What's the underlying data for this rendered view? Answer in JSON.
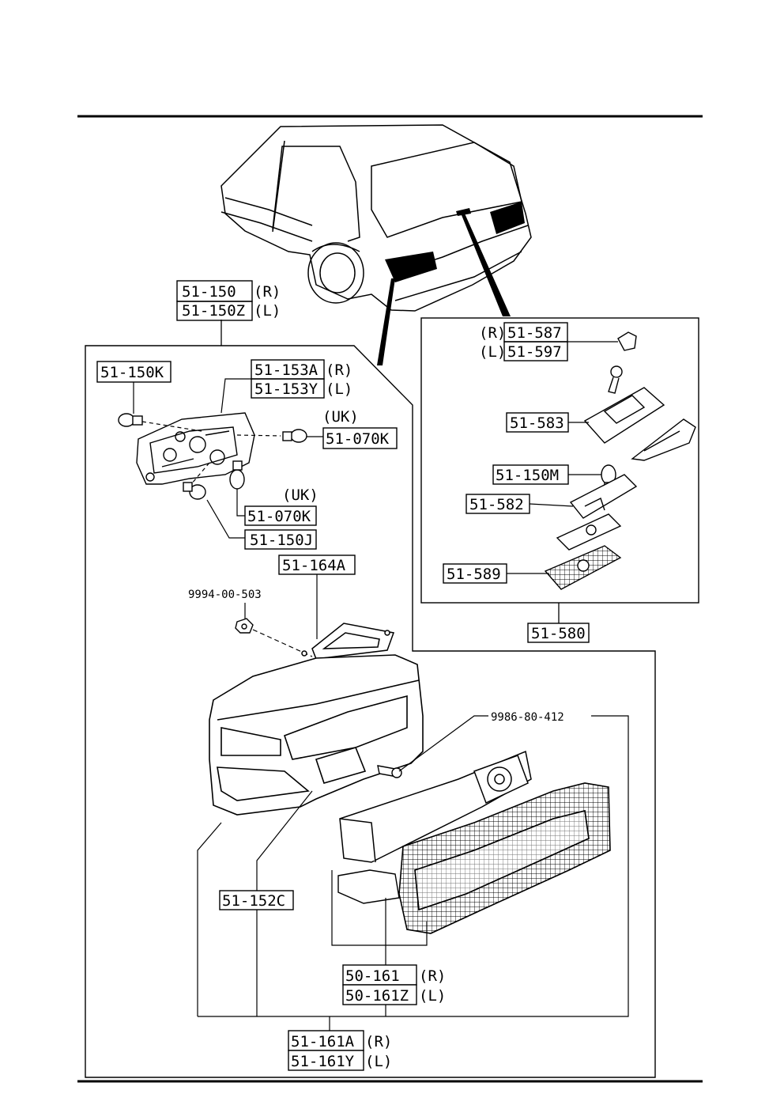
{
  "labels": {
    "tail_r": "51-150",
    "tail_r_side": "(R)",
    "tail_l": "51-150Z",
    "tail_l_side": "(L)",
    "bulb_150k": "51-150K",
    "socket_r": "51-153A",
    "socket_r_side": "(R)",
    "socket_l": "51-153Y",
    "socket_l_side": "(L)",
    "uk_1": "(UK)",
    "bulb_070k_a": "51-070K",
    "uk_2": "(UK)",
    "bulb_070k_b": "51-070K",
    "bulb_150j": "51-150J",
    "gasket": "51-164A",
    "nut": "9994-00-503",
    "screw": "9986-80-412",
    "housing": "51-152C",
    "lens_r": "50-161",
    "lens_r_side": "(R)",
    "lens_l": "50-161Z",
    "lens_l_side": "(L)",
    "assy_r": "51-161A",
    "assy_r_side": "(R)",
    "assy_l": "51-161Y",
    "assy_l_side": "(L)",
    "lic_r_side": "(R)",
    "lic_r": "51-587",
    "lic_l_side": "(L)",
    "lic_l": "51-597",
    "lic_lens": "51-583",
    "lic_bulb": "51-150M",
    "lic_socket": "51-582",
    "lic_gasket": "51-589",
    "lic_assy": "51-580"
  }
}
